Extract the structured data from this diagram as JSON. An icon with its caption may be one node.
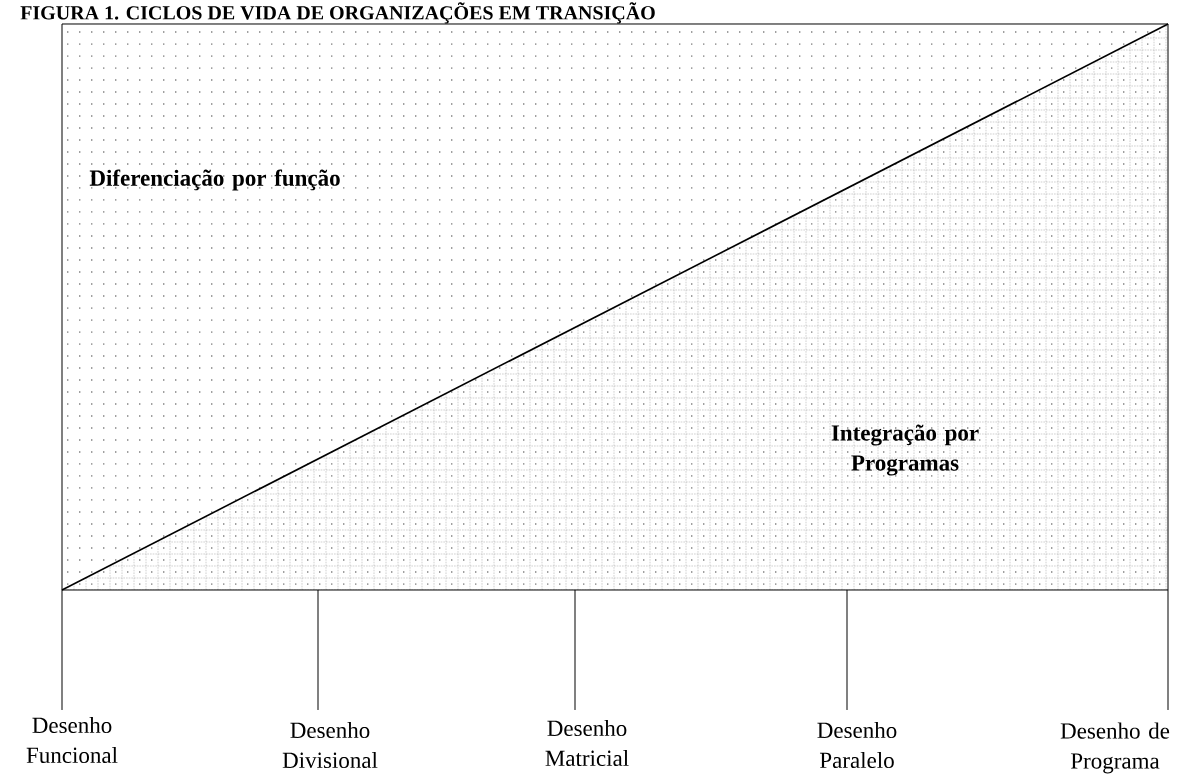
{
  "diagram": {
    "title": "FIGURA 1. CICLOS DE VIDA DE ORGANIZAÇÕES EM TRANSIÇÃO",
    "labels": [
      "Diferenciação por função",
      "Integração por Programas",
      "Desenho Funcional",
      "Desenho Divisional",
      "Desenho Matricial",
      "Desenho Paralelo",
      "Desenho de Programa"
    ]
  }
}
